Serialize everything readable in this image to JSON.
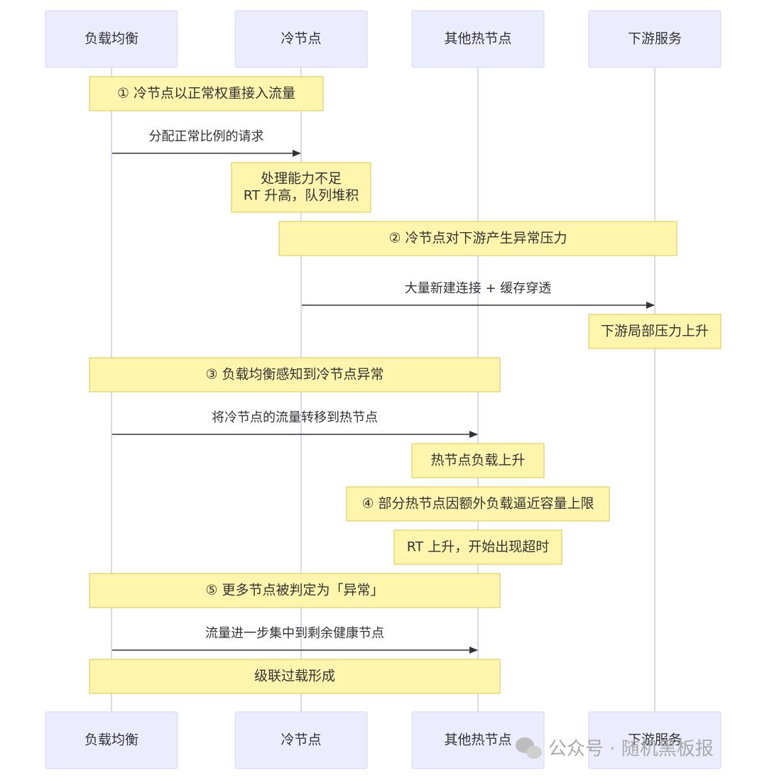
{
  "actors": [
    {
      "id": "lb",
      "label": "负载均衡"
    },
    {
      "id": "cold",
      "label": "冷节点"
    },
    {
      "id": "hot",
      "label": "其他热节点"
    },
    {
      "id": "down",
      "label": "下游服务"
    }
  ],
  "sequence": [
    {
      "kind": "note",
      "from": "lb",
      "to": "cold",
      "lines": [
        "① 冷节点以正常权重接入流量"
      ]
    },
    {
      "kind": "message",
      "from": "lb",
      "to": "cold",
      "text": "分配正常比例的请求"
    },
    {
      "kind": "note",
      "from": "cold",
      "to": "cold",
      "lines": [
        "处理能力不足",
        "RT 升高，队列堆积"
      ]
    },
    {
      "kind": "note",
      "from": "cold",
      "to": "down",
      "lines": [
        "② 冷节点对下游产生异常压力"
      ]
    },
    {
      "kind": "message",
      "from": "cold",
      "to": "down",
      "text": "大量新建连接 + 缓存穿透"
    },
    {
      "kind": "note",
      "from": "down",
      "to": "down",
      "lines": [
        "下游局部压力上升"
      ]
    },
    {
      "kind": "note",
      "from": "lb",
      "to": "hot",
      "lines": [
        "③ 负载均衡感知到冷节点异常"
      ]
    },
    {
      "kind": "message",
      "from": "lb",
      "to": "hot",
      "text": "将冷节点的流量转移到热节点"
    },
    {
      "kind": "note",
      "from": "hot",
      "to": "hot",
      "lines": [
        "热节点负载上升"
      ]
    },
    {
      "kind": "note",
      "from": "hot",
      "to": "hot",
      "lines": [
        "④ 部分热节点因额外负载逼近容量上限"
      ]
    },
    {
      "kind": "note",
      "from": "hot",
      "to": "hot",
      "lines": [
        "RT 上升，开始出现超时"
      ]
    },
    {
      "kind": "note",
      "from": "lb",
      "to": "hot",
      "lines": [
        "⑤ 更多节点被判定为「异常」"
      ]
    },
    {
      "kind": "message",
      "from": "lb",
      "to": "hot",
      "text": "流量进一步集中到剩余健康节点"
    },
    {
      "kind": "note",
      "from": "lb",
      "to": "hot",
      "lines": [
        "级联过载形成"
      ]
    }
  ],
  "watermark": {
    "icon": "wechat-icon",
    "text": "公众号 · 随机黑板报"
  }
}
